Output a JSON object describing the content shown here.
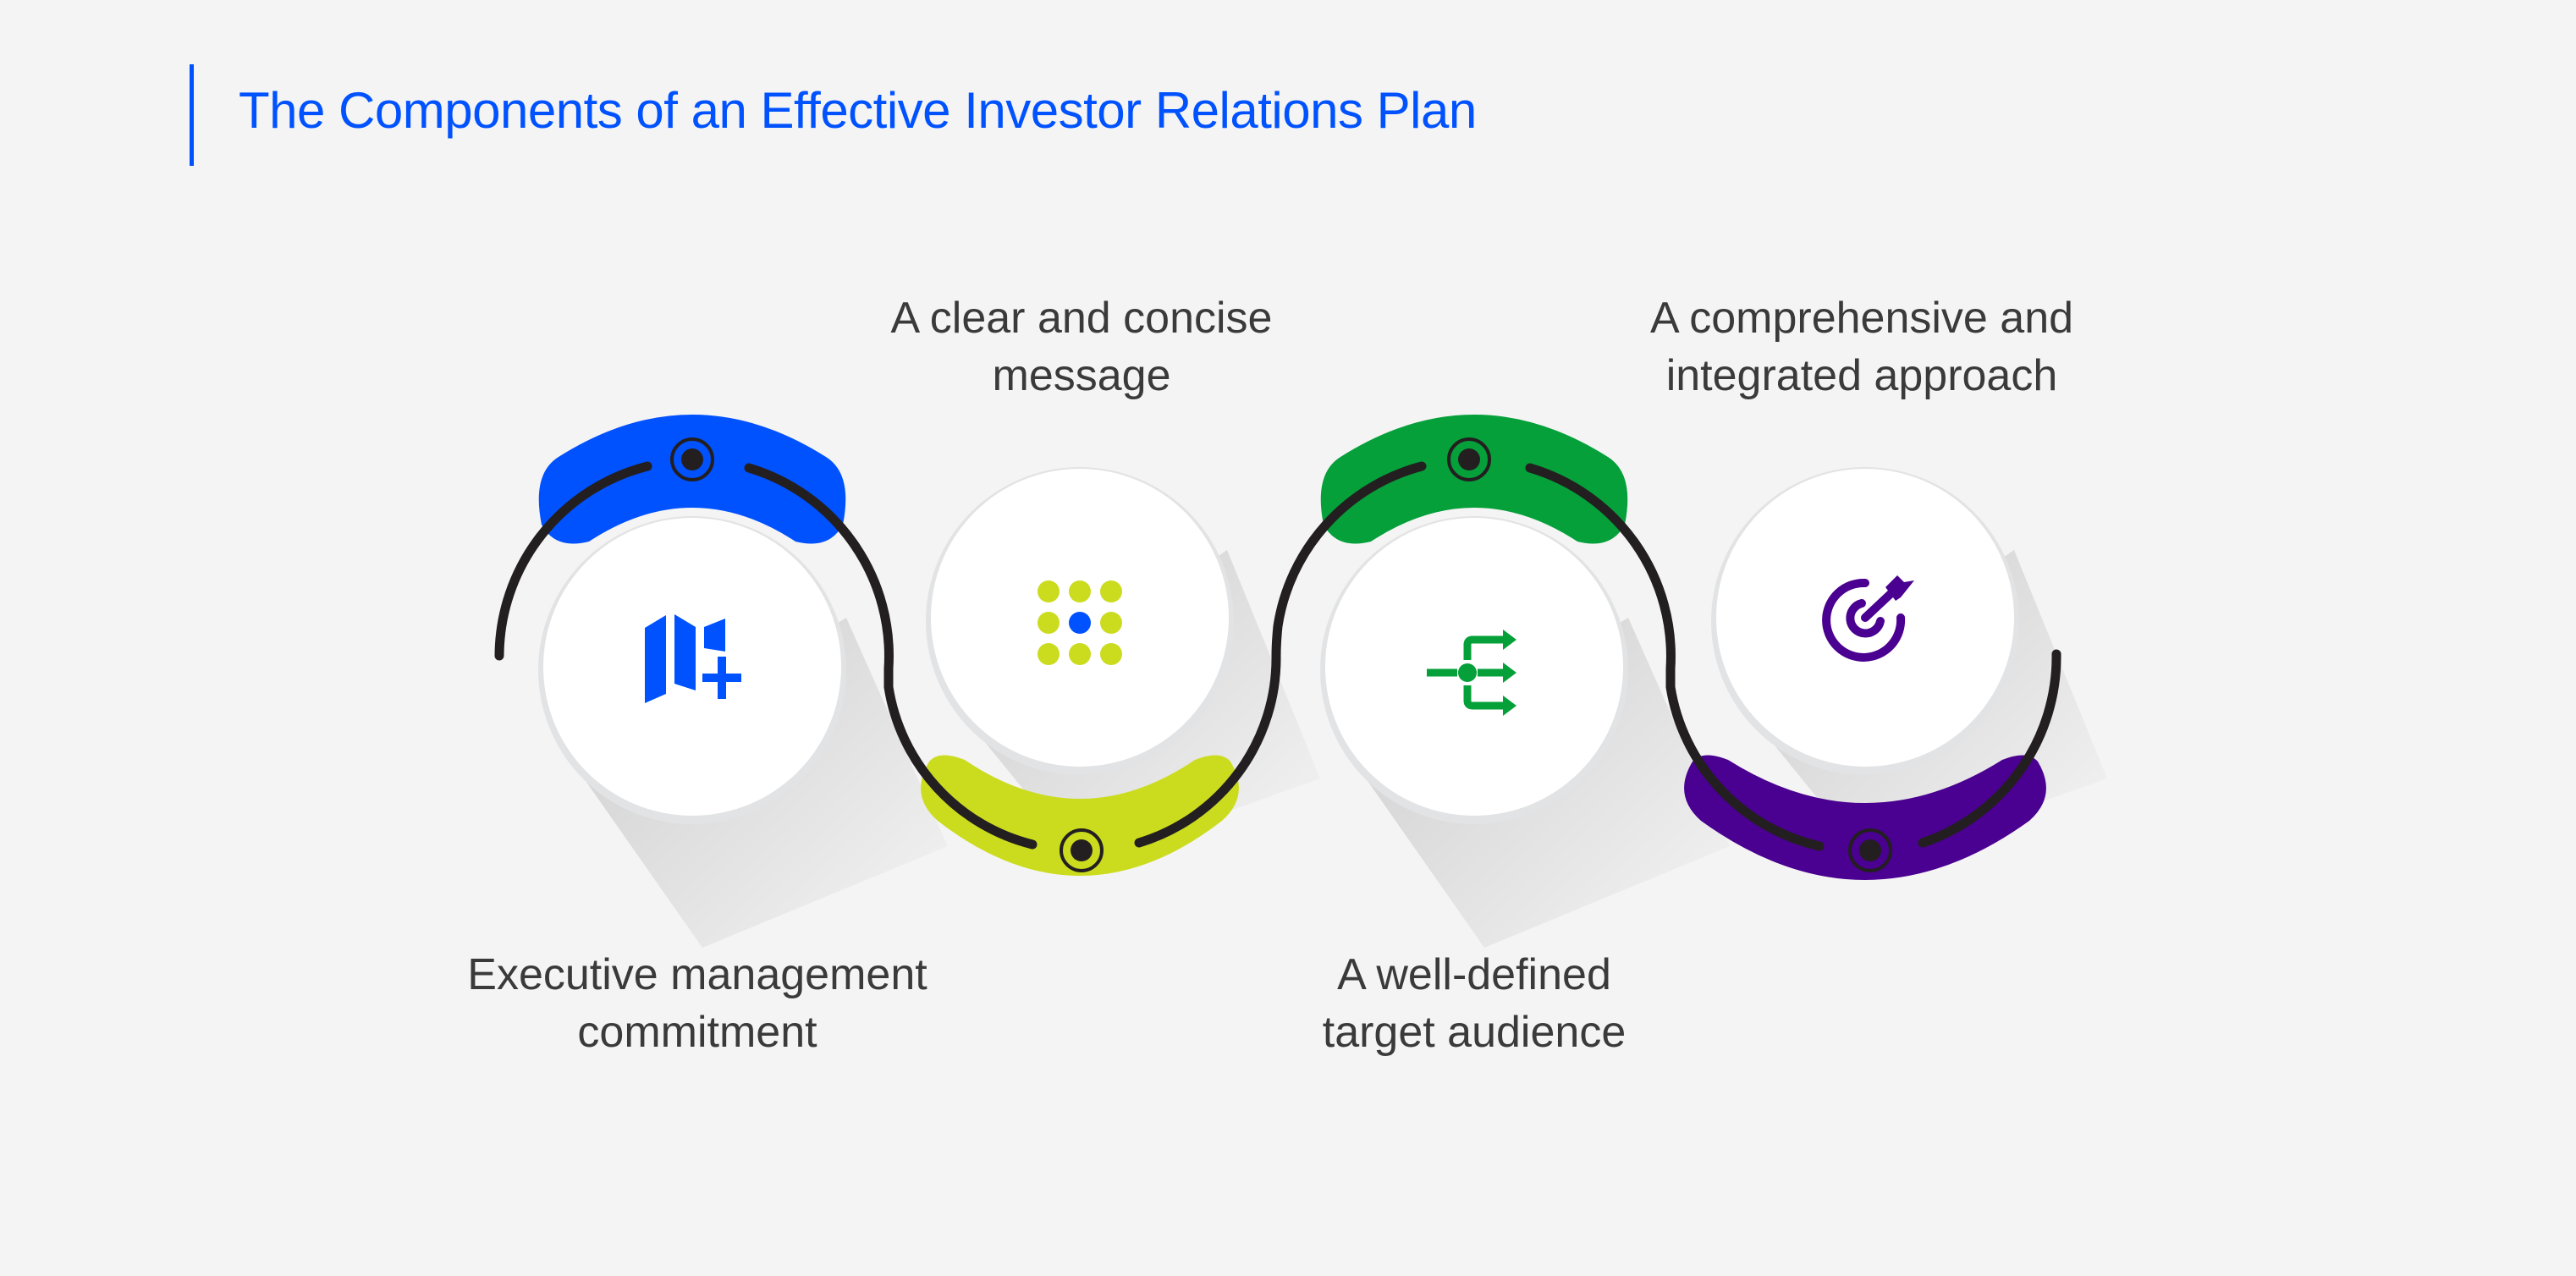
{
  "title": "The Components of an Effective Investor Relations Plan",
  "colors": {
    "accent": "#0052ff",
    "blue": "#0052ff",
    "lime": "#cbdc1f",
    "green": "#05a03a",
    "purple": "#4a0090",
    "line": "#231f20",
    "text": "#3a3a3a",
    "background": "#f4f4f4"
  },
  "steps": [
    {
      "label_line1": "Executive management",
      "label_line2": "commitment",
      "icon": "map-plus-icon",
      "color": "#0052ff",
      "band": "top"
    },
    {
      "label_line1": "A clear and concise",
      "label_line2": "message",
      "icon": "dot-grid-icon",
      "color": "#cbdc1f",
      "band": "bottom"
    },
    {
      "label_line1": "A well-defined",
      "label_line2": "target audience",
      "icon": "branching-arrows-icon",
      "color": "#05a03a",
      "band": "top"
    },
    {
      "label_line1": "A comprehensive and",
      "label_line2": "integrated approach",
      "icon": "target-arrow-icon",
      "color": "#4a0090",
      "band": "bottom"
    }
  ]
}
